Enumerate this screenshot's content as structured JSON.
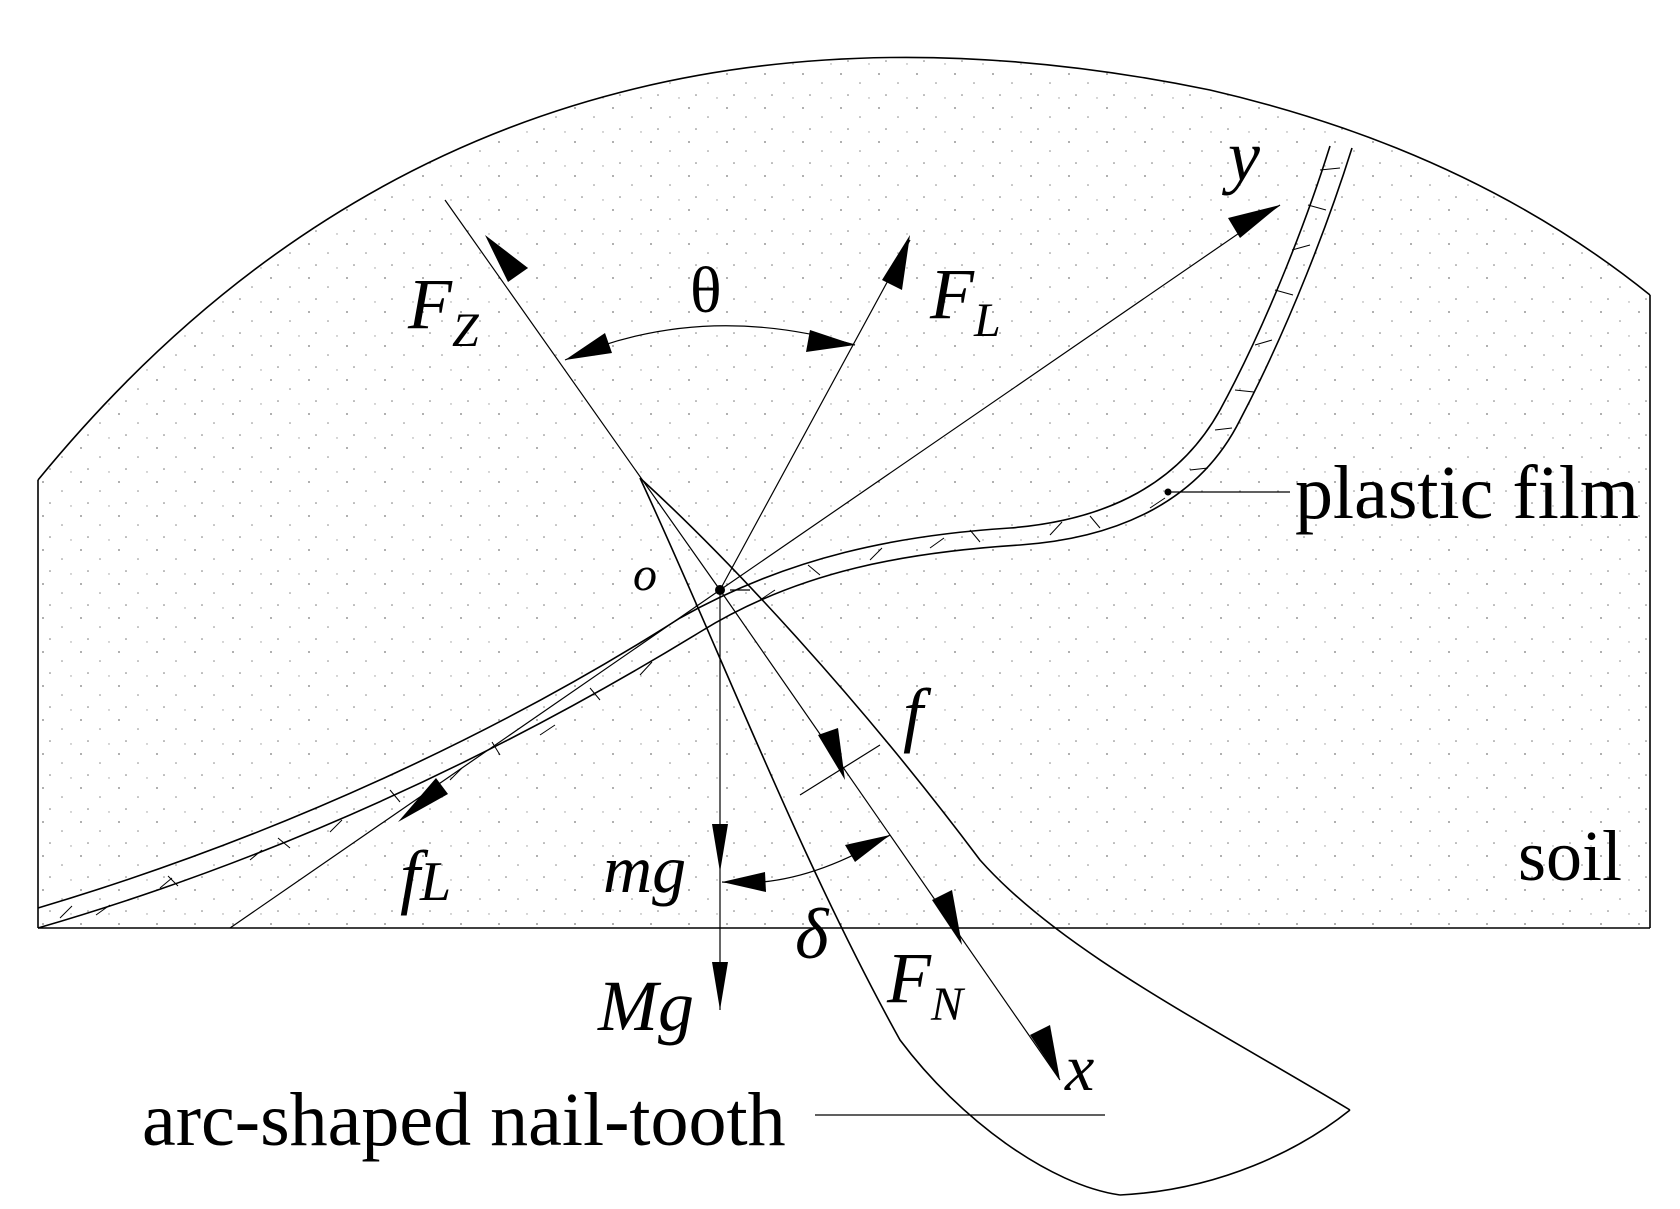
{
  "labels": {
    "f_z": "F",
    "f_z_sub": "Z",
    "f_l": "F",
    "f_l_sub": "L",
    "theta": "θ",
    "y_axis": "y",
    "x_axis": "x",
    "origin": "o",
    "friction": "f",
    "f_L_main": "f",
    "f_L_sub": "L",
    "mg": "mg",
    "Mg": "Mg",
    "delta": "δ",
    "f_n": "F",
    "f_n_sub": "N",
    "plastic_film": "plastic film",
    "soil": "soil",
    "nail_tooth": "arc-shaped nail-tooth"
  }
}
